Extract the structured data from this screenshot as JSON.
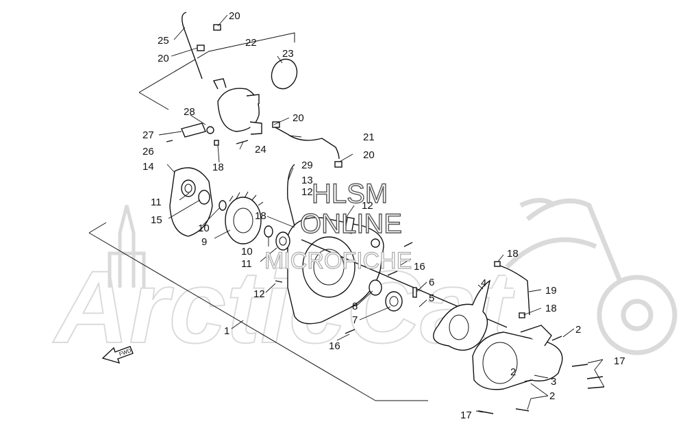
{
  "watermark": {
    "brand": "ArcticCat",
    "site_line1": "HLSM",
    "site_line2": "ONLINE",
    "site_line3": "MICROFICHE"
  },
  "direction_label": "FWD",
  "callouts": [
    "1",
    "2",
    "2",
    "2",
    "3",
    "4",
    "5",
    "6",
    "7",
    "8",
    "9",
    "10",
    "10",
    "11",
    "11",
    "12",
    "12",
    "12",
    "13",
    "14",
    "15",
    "16",
    "16",
    "16",
    "17",
    "17",
    "18",
    "18",
    "18",
    "18",
    "19",
    "20",
    "20",
    "20",
    "20",
    "21",
    "22",
    "23",
    "24",
    "25",
    "26",
    "27",
    "28",
    "29"
  ]
}
